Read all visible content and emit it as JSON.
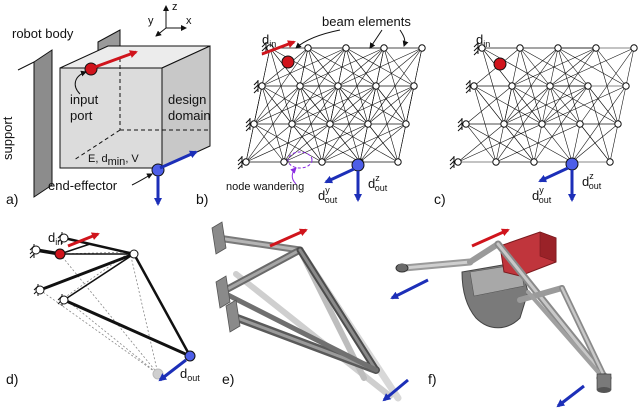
{
  "panels": [
    "a)",
    "b)",
    "c)",
    "d)",
    "e)",
    "f)"
  ],
  "panel_a": {
    "robot_body": "robot body",
    "support": "support",
    "input_port_1": "input",
    "input_port_2": "port",
    "design_domain_1": "design",
    "design_domain_2": "domain",
    "material": "E, d",
    "material_sub": "min",
    "material_end": ", V",
    "end_effector": "end-effector",
    "axis_z": "z",
    "axis_y": "y",
    "axis_x": "x"
  },
  "labels": {
    "beam_elements": "beam elements",
    "node_wandering": "node wandering",
    "d": "d",
    "in": "in",
    "out": "out",
    "sup_y": "y",
    "sup_z": "z"
  },
  "colors": {
    "input": "#d0141c",
    "output": "#1c2fb8",
    "wander": "#8a2be2"
  }
}
